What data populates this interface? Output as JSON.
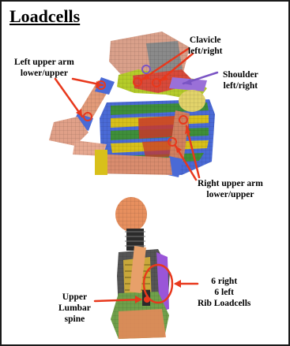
{
  "title": "Loadcells",
  "labels": {
    "clavicle": "Clavicle\nleft/right",
    "left_upper_arm": "Left upper arm\nlower/upper",
    "shoulder": "Shoulder\nleft/right",
    "right_upper_arm": "Right upper arm\nlower/upper",
    "rib": "6 right\n6 left\nRib Loadcells",
    "lumbar": "Upper\nLumbar\nspine"
  },
  "colors": {
    "annotation_red": "#e8381c",
    "shoulder_purple": "#7a54c4",
    "skin": "#e5907a",
    "rib_blue": "#3a5fd0",
    "rib_yellow": "#d8c01a",
    "rib_green": "#3f8f3a",
    "spine_dark": "#2b2b2b",
    "loadcell_purple": "#9a55d8"
  }
}
